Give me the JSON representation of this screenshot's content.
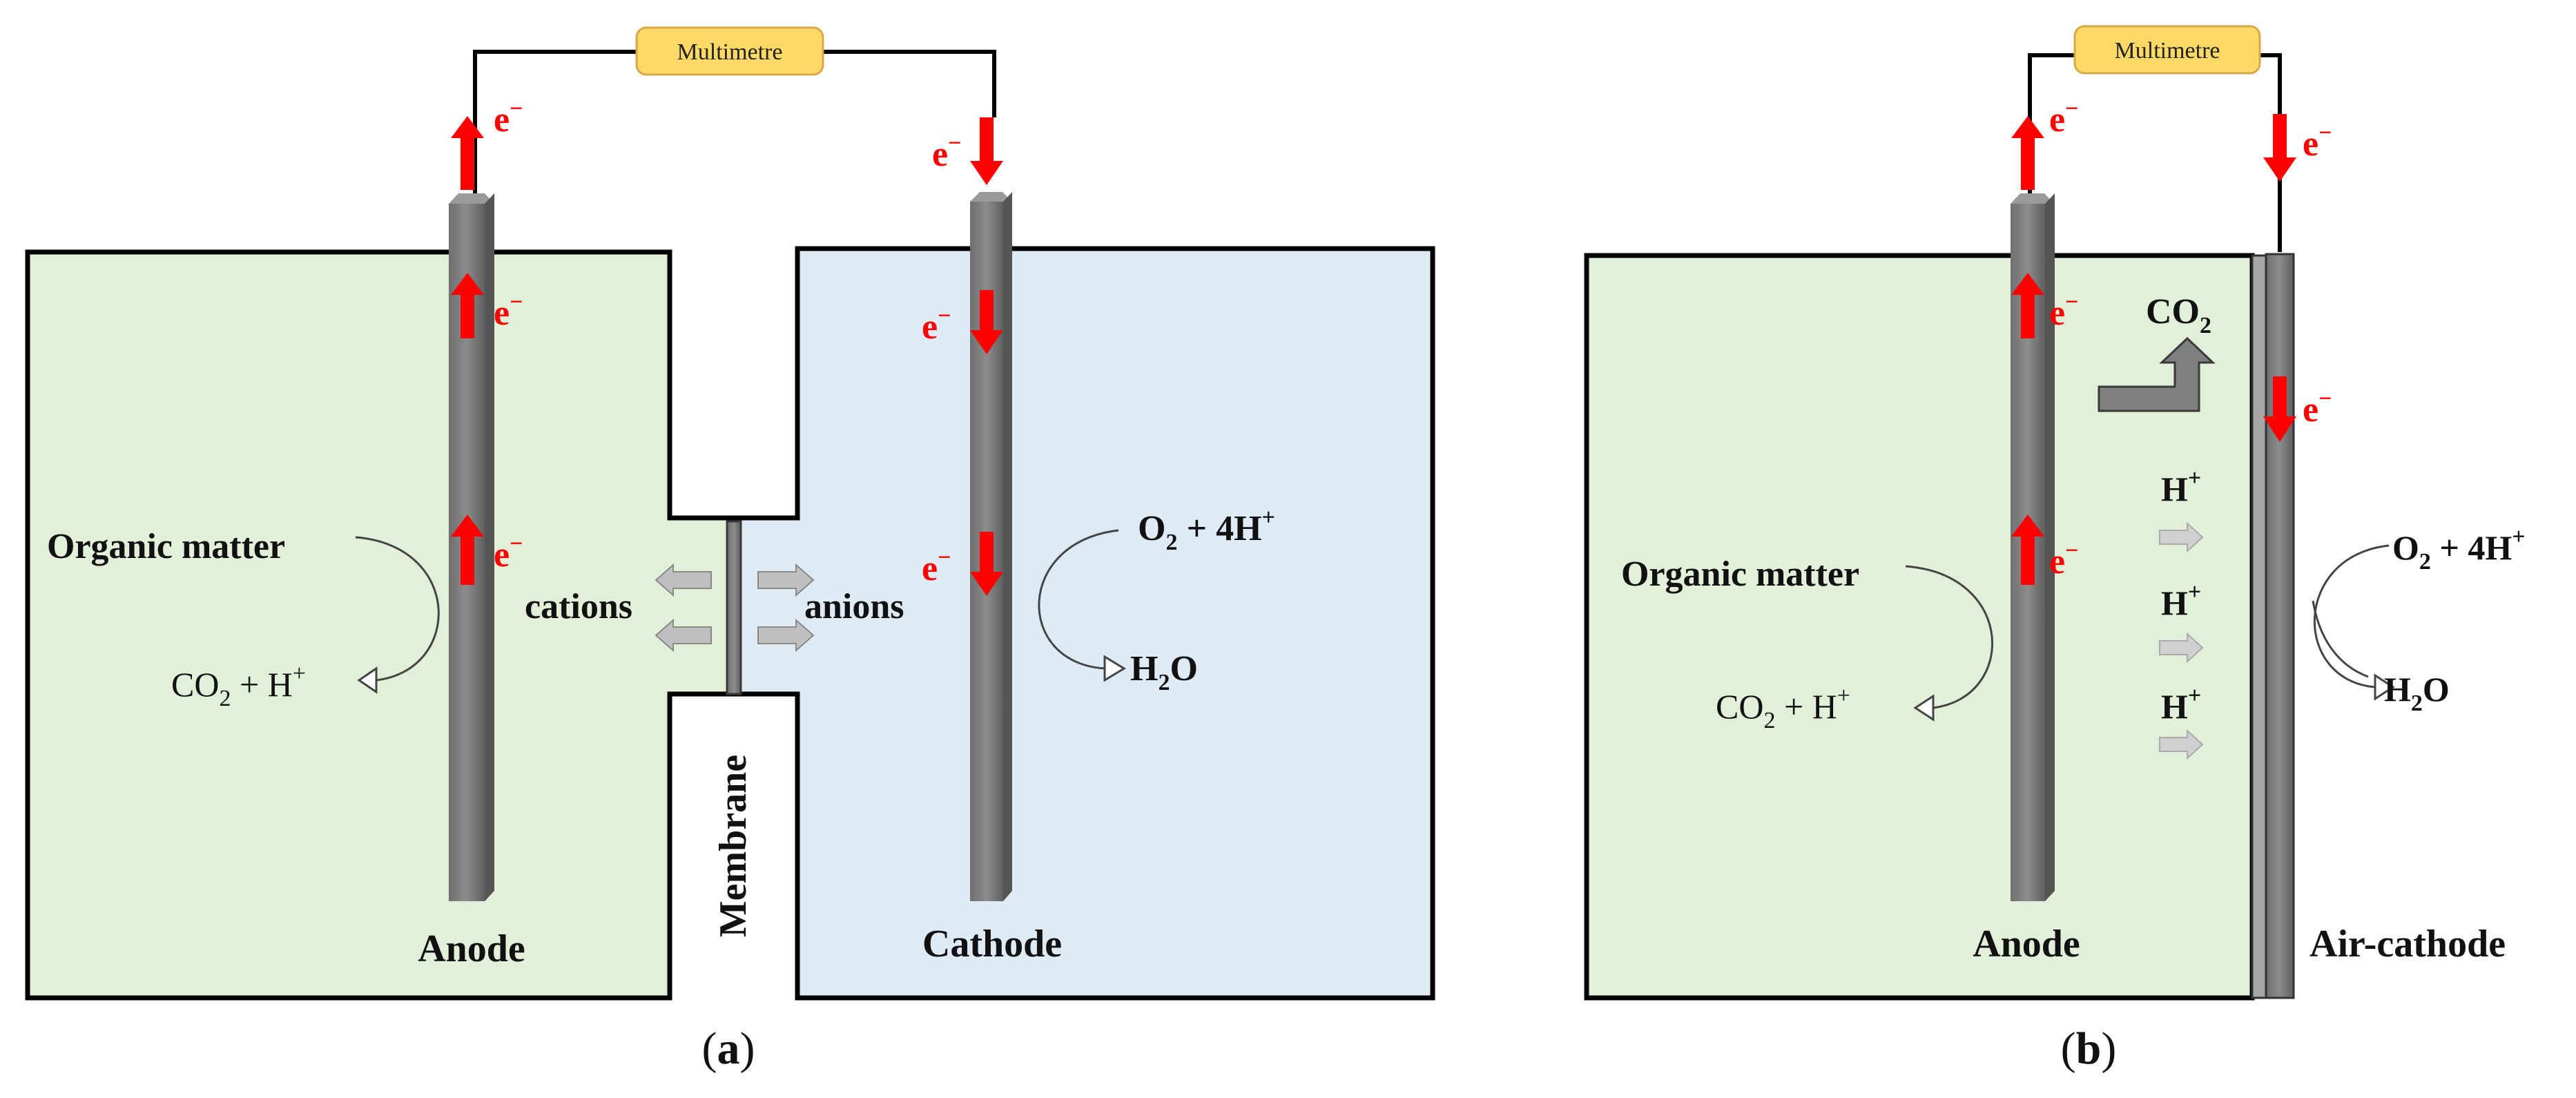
{
  "panel_a": {
    "multimeter": "Multimetre",
    "electron": "e",
    "electron_sup": "−",
    "organic_matter": "Organic matter",
    "co2_h": {
      "co": "CO",
      "sub": "2",
      "plus": " + H",
      "sup": "+"
    },
    "cations": "cations",
    "anions": "anions",
    "o2_4h": {
      "o": "O",
      "sub": "2",
      "plus": " + 4H",
      "sup": "+"
    },
    "h2o": {
      "h": "H",
      "sub": "2",
      "o": "O"
    },
    "anode": "Anode",
    "membrane": "Membrane",
    "cathode": "Cathode",
    "caption": {
      "open": "(",
      "letter": "a",
      "close": ")"
    }
  },
  "panel_b": {
    "multimeter": "Multimetre",
    "electron": "e",
    "electron_sup": "−",
    "co2": {
      "co": "CO",
      "sub": "2"
    },
    "proton": {
      "h": "H",
      "sup": "+"
    },
    "organic_matter": "Organic matter",
    "co2_h": {
      "co": "CO",
      "sub": "2",
      "plus": " + H",
      "sup": "+"
    },
    "o2_4h": {
      "o": "O",
      "sub": "2",
      "plus": " + 4H",
      "sup": "+"
    },
    "h2o": {
      "h": "H",
      "sub": "2",
      "o": "O"
    },
    "anode": "Anode",
    "air_cathode": "Air-cathode",
    "caption": {
      "open": "(",
      "letter": "b",
      "close": ")"
    }
  },
  "colors": {
    "anode_chamber": "#e2efd9",
    "cathode_chamber": "#deebf7",
    "electrode": "#7f7f7f",
    "electron_arrow": "#ff0000",
    "multimeter_fill": "#ffd966",
    "ion_arrow": "#bfbfbf"
  }
}
